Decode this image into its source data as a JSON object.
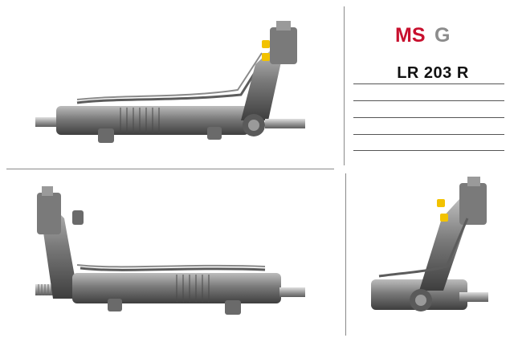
{
  "brand": {
    "logo_text": "MSG",
    "colors": {
      "red": "#c8102e",
      "gray": "#8c8c8c"
    }
  },
  "part_number": "LR 203 R",
  "product": {
    "views": [
      "front-view",
      "rear-view",
      "side-view"
    ],
    "colors": {
      "metal": "#6e6e6e",
      "metal_light": "#a8a8a8",
      "metal_dark": "#3f3f3f",
      "cap_yellow": "#f2c200"
    }
  }
}
